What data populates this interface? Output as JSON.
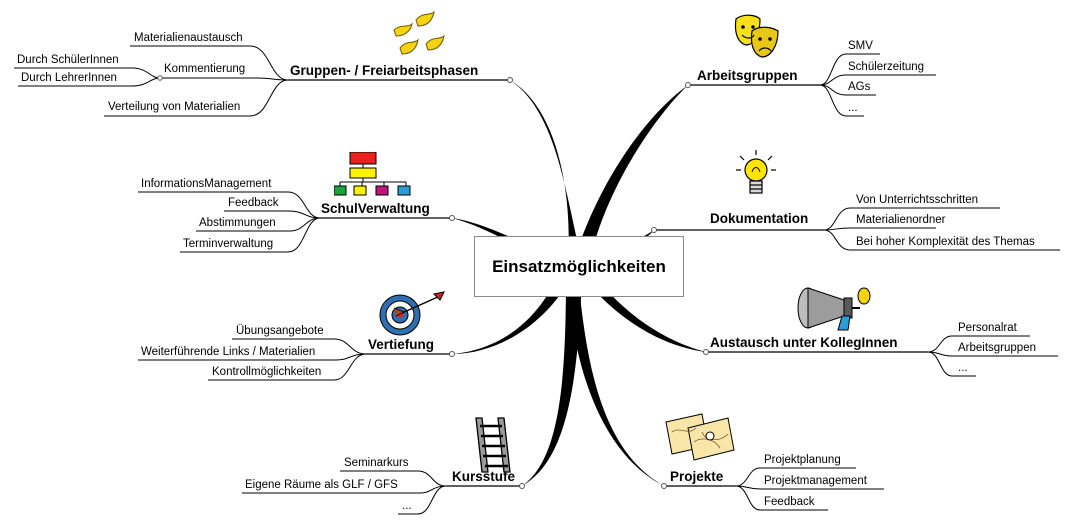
{
  "central": "Einsatzmöglichkeiten",
  "branches": {
    "gruppen": {
      "label": "Gruppen- / Freiarbeitsphasen",
      "items": [
        "Materialienaustausch",
        "Kommentierung",
        "Verteilung von Materialien"
      ],
      "kommentierung_items": [
        "Durch SchülerInnen",
        "Durch LehrerInnen"
      ],
      "icon": "birds-icon"
    },
    "schulverwaltung": {
      "label": "SchulVerwaltung",
      "items": [
        "InformationsManagement",
        "Feedback",
        "Abstimmungen",
        "Terminverwaltung"
      ],
      "icon": "org-chart-icon"
    },
    "vertiefung": {
      "label": "Vertiefung",
      "items": [
        "Übungsangebote",
        "Weiterführende Links / Materialien",
        "Kontrollmöglichkeiten"
      ],
      "icon": "target-icon"
    },
    "kursstufe": {
      "label": "Kursstufe",
      "items": [
        "Seminarkurs",
        "Eigene Räume als GLF / GFS",
        "..."
      ],
      "icon": "ladder-icon"
    },
    "arbeitsgruppen": {
      "label": "Arbeitsgruppen",
      "items": [
        "SMV",
        "Schülerzeitung",
        "AGs",
        "..."
      ],
      "icon": "theater-masks-icon"
    },
    "dokumentation": {
      "label": "Dokumentation",
      "items": [
        "Von Unterrichtsschritten",
        "Materialienordner",
        "Bei hoher Komplexität des Themas"
      ],
      "icon": "lightbulb-icon"
    },
    "austausch": {
      "label": "Austausch unter KollegInnen",
      "items": [
        "Personalrat",
        "Arbeitsgruppen",
        "..."
      ],
      "icon": "megaphone-icon"
    },
    "projekte": {
      "label": "Projekte",
      "items": [
        "Projektplanung",
        "Projektmanagement",
        "Feedback"
      ],
      "icon": "maps-icon"
    }
  },
  "colors": {
    "line": "#000000",
    "central_border": "#8a8a8a",
    "org_red": "#e8231f",
    "org_yellow": "#fff200",
    "org_green": "#1aa33a",
    "org_magenta": "#c0147a",
    "org_blue": "#2b9cd8",
    "bulb_yellow": "#ffe400",
    "target_blue": "#2f6fb0"
  }
}
